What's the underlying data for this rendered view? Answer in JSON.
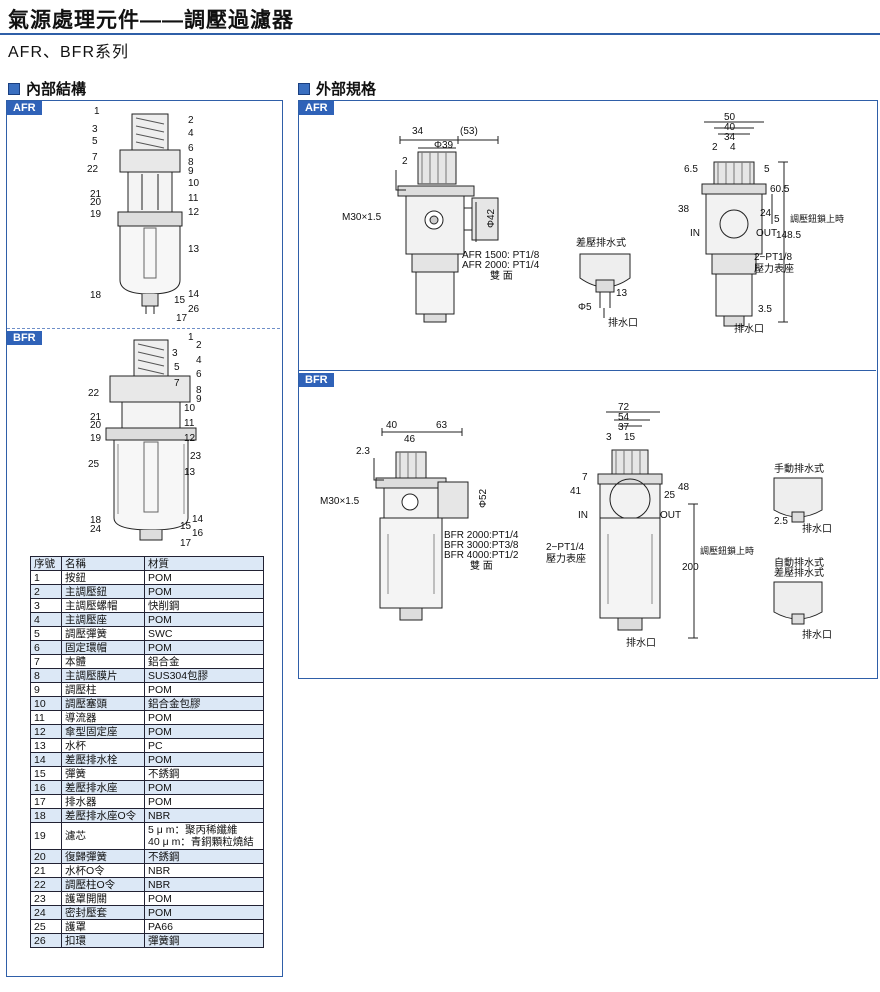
{
  "header": {
    "title": "氣源處理元件——調壓過濾器",
    "subtitle": "AFR、BFR系列"
  },
  "sections": {
    "internal": "內部結構",
    "external": "外部規格"
  },
  "tags": {
    "afr": "AFR",
    "bfr": "BFR"
  },
  "afr_internal_labels": [
    "1",
    "2",
    "3",
    "4",
    "5",
    "6",
    "7",
    "8",
    "22",
    "9",
    "10",
    "21",
    "20",
    "11",
    "19",
    "12",
    "13",
    "18",
    "14",
    "15",
    "26",
    "17"
  ],
  "bfr_internal_labels": [
    "1",
    "2",
    "3",
    "4",
    "5",
    "6",
    "7",
    "8",
    "9",
    "22",
    "10",
    "21",
    "11",
    "20",
    "19",
    "12",
    "23",
    "25",
    "13",
    "18",
    "14",
    "24",
    "15",
    "16",
    "17"
  ],
  "afr_external": {
    "dims": [
      "34",
      "(53)",
      "Φ39",
      "2",
      "M30×1.5",
      "Φ42",
      "AFR 1500: PT1/8",
      "AFR 2000: PT1/4",
      "雙 面",
      "50",
      "40",
      "34",
      "2",
      "4",
      "6.5",
      "5",
      "60.5",
      "38",
      "24",
      "5",
      "148.5",
      "IN",
      "OUT",
      "調壓鈕鎖上時",
      "2−PT1/8",
      "壓力表座",
      "3.5",
      "排水口"
    ],
    "drain_title": "差壓排水式",
    "drain_dims": [
      "13",
      "Φ5",
      "排水口"
    ]
  },
  "bfr_external": {
    "dims": [
      "40",
      "63",
      "46",
      "2.3",
      "M30×1.5",
      "Φ52",
      "BFR 2000:PT1/4",
      "BFR 3000:PT3/8",
      "BFR 4000:PT1/2",
      "雙 面",
      "72",
      "54",
      "37",
      "3",
      "15",
      "7",
      "41",
      "25",
      "48",
      "IN",
      "OUT",
      "2−PT1/4",
      "壓力表座",
      "200",
      "調壓鈕鎖上時",
      "排水口"
    ],
    "manual_drain_title": "手動排水式",
    "manual_dims": [
      "2.5",
      "排水口"
    ],
    "auto_drain_title1": "自動排水式",
    "auto_drain_title2": "差壓排水式",
    "auto_dims": [
      "排水口"
    ]
  },
  "parts_table": {
    "headers": [
      "序號",
      "名稱",
      "材質"
    ],
    "rows": [
      [
        "1",
        "按鈕",
        "POM"
      ],
      [
        "2",
        "主調壓鈕",
        "POM"
      ],
      [
        "3",
        "主調壓螺帽",
        "快削鋼"
      ],
      [
        "4",
        "主調壓座",
        "POM"
      ],
      [
        "5",
        "調壓彈簧",
        "SWC"
      ],
      [
        "6",
        "固定環帽",
        "POM"
      ],
      [
        "7",
        "本體",
        "鋁合金"
      ],
      [
        "8",
        "主調壓膜片",
        "SUS304包膠"
      ],
      [
        "9",
        "調壓柱",
        "POM"
      ],
      [
        "10",
        "調壓塞頭",
        "鋁合金包膠"
      ],
      [
        "11",
        "導流器",
        "POM"
      ],
      [
        "12",
        "傘型固定座",
        "POM"
      ],
      [
        "13",
        "水杯",
        "PC"
      ],
      [
        "14",
        "差壓排水栓",
        "POM"
      ],
      [
        "15",
        "彈簧",
        "不銹鋼"
      ],
      [
        "16",
        "差壓排水座",
        "POM"
      ],
      [
        "17",
        "排水器",
        "POM"
      ],
      [
        "18",
        "差壓排水座O令",
        "NBR"
      ],
      [
        "19",
        "濾芯",
        "5 μ m：聚丙稀纖維|40 μ m：青銅顆粒燒結"
      ],
      [
        "20",
        "復歸彈簧",
        "不銹鋼"
      ],
      [
        "21",
        "水杯O令",
        "NBR"
      ],
      [
        "22",
        "調壓柱O令",
        "NBR"
      ],
      [
        "23",
        "護罩開關",
        "POM"
      ],
      [
        "24",
        "密封壓套",
        "POM"
      ],
      [
        "25",
        "護罩",
        "PA66"
      ],
      [
        "26",
        "扣環",
        "彈簧鋼"
      ]
    ]
  },
  "colors": {
    "accent": "#2f5fa8",
    "tag_bg": "#2f62b8",
    "row_tint": "#dce8f6"
  }
}
